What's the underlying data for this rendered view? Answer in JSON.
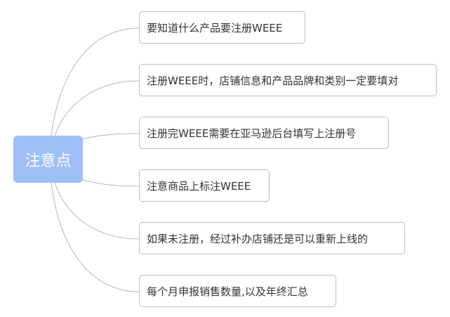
{
  "mindmap": {
    "root": {
      "label": "注意点",
      "color": "#9ebff8"
    },
    "children": [
      {
        "label": "要知道什么产品要注册WEEE"
      },
      {
        "label": "注册WEEE时，店铺信息和产品品牌和类别一定要填对"
      },
      {
        "label": "注册完WEEE需要在亚马逊后台填写上注册号"
      },
      {
        "label": "注意商品上标注WEEE"
      },
      {
        "label": "如果未注册，经过补办店铺还是可以重新上线的"
      },
      {
        "label": "每个月申报销售数量,以及年终汇总"
      }
    ],
    "line_color": "#b5b5b5"
  }
}
